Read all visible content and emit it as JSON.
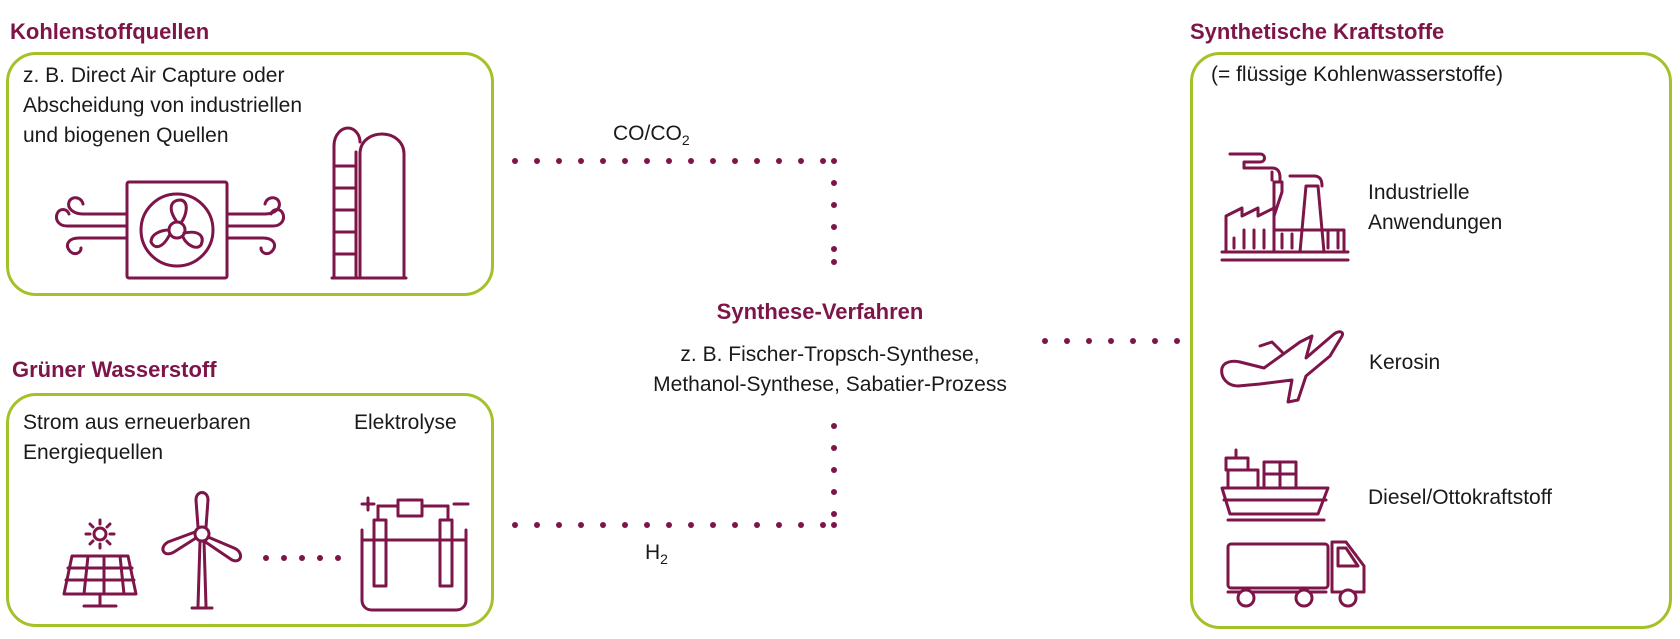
{
  "carbon": {
    "heading": "Kohlenstoffquellen",
    "text_lines": [
      "z. B. Direct Air Capture oder",
      "Abscheidung von industriellen",
      "und biogenen Quellen"
    ]
  },
  "hydrogen": {
    "heading": "Grüner Wasserstoff",
    "power_lines": [
      "Strom aus erneuerbaren",
      "Energiequellen"
    ],
    "electrolysis": "Elektrolyse"
  },
  "synthesis": {
    "heading": "Synthese-Verfahren",
    "lines": [
      "z. B. Fischer-Tropsch-Synthese,",
      "Methanol-Synthese, Sabatier-Prozess"
    ]
  },
  "flows": {
    "co_main": "CO/CO",
    "co_sub": "2",
    "h_main": "H",
    "h_sub": "2"
  },
  "fuels": {
    "heading": "Synthetische Kraftstoffe",
    "subtitle": "(= flüssige Kohlenwasserstoffe)",
    "industry_lines": [
      "Industrielle",
      "Anwendungen"
    ],
    "kerosene": "Kerosin",
    "diesel": "Diesel/Ottokraftstoff"
  },
  "colors": {
    "accent": "#7d1548",
    "border": "#a3c22a",
    "text": "#1a1a1a"
  },
  "icons": [
    "fan-icon",
    "silo-icon",
    "solar-panel-icon",
    "wind-turbine-icon",
    "electrolyzer-icon",
    "factory-icon",
    "airplane-icon",
    "ship-icon",
    "truck-icon"
  ]
}
